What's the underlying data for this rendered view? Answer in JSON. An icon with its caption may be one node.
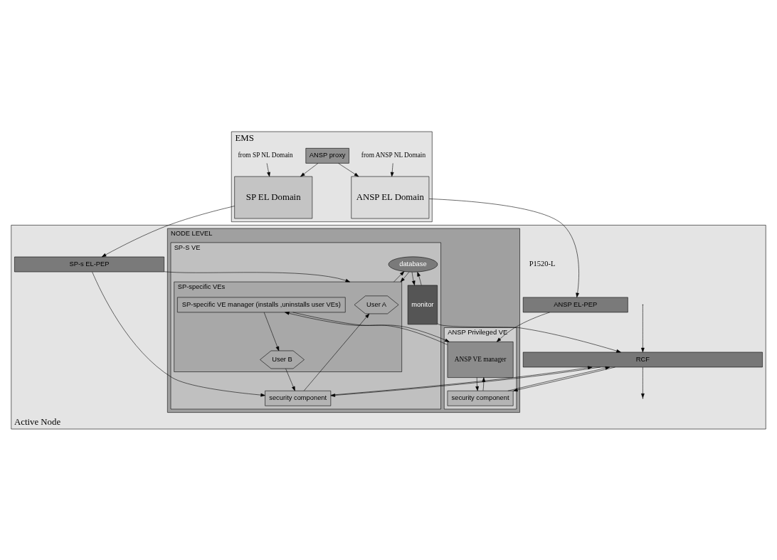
{
  "diagram": {
    "nodes": [
      {
        "text": [
          "EMS"
        ]
      },
      {
        "text": [
          "from SP NL Domain"
        ],
        "in": 0
      },
      {
        "text": [
          "ANSP proxy"
        ],
        "in": 0
      },
      {
        "text": [
          "from ANSP NL Domain"
        ],
        "in": 0
      },
      {
        "text": [
          "SP EL Domain"
        ],
        "in": 0
      },
      {
        "text": [
          "ANSP EL Domain"
        ],
        "in": 0
      },
      {
        "text": [
          "Active Node"
        ]
      },
      {
        "text": [
          "SP-s EL-PEP"
        ],
        "in": 6
      },
      {
        "text": [
          "ANSP EL-PEP"
        ],
        "in": 6
      },
      {
        "text": [
          "NODE LEVEL"
        ],
        "in": 6
      },
      {
        "text": [
          "SP-S VE"
        ],
        "in": 9
      },
      {
        "text": [
          "database"
        ],
        "in": 10
      },
      {
        "text": [
          "monitor"
        ],
        "in": 10
      },
      {
        "text": [
          "SP-specific VEs"
        ],
        "in": 10
      },
      {
        "text": [
          "User A"
        ],
        "in": 13
      },
      {
        "text": [
          "User B"
        ],
        "in": 13
      },
      {
        "text": [
          "SP-specific VE manager (installs ,uninstalls user VEs)"
        ],
        "in": 13
      },
      {
        "text": [
          "security component"
        ],
        "in": 10
      },
      {
        "text": [
          "ANSP Privileged VE"
        ],
        "in": 9
      },
      {
        "text": [
          "ANSP VE manager"
        ],
        "in": 18
      },
      {
        "text": [
          "security component"
        ],
        "in": 18
      },
      {
        "text": [
          "RCF"
        ],
        "in": 6
      }
    ],
    "edges": [
      {
        "from": 1,
        "to": 4,
        "arrow": "to"
      },
      {
        "from": 2,
        "to": 4,
        "arrow": "to"
      },
      {
        "from": 2,
        "to": 5,
        "arrow": "to"
      },
      {
        "from": 3,
        "to": 5,
        "arrow": "to"
      },
      {
        "from": 4,
        "to": 7,
        "arrow": "to"
      },
      {
        "from": 5,
        "to": 8,
        "arrow": "to"
      },
      {
        "from": 7,
        "to": 13,
        "arrow": "to"
      },
      {
        "from": 8,
        "to": 19,
        "arrow": "to"
      },
      {
        "from": 7,
        "to": 17,
        "arrow": "to"
      },
      {
        "from": 11,
        "to": 13,
        "arrow": "to"
      },
      {
        "from": 13,
        "to": 11,
        "arrow": "to"
      },
      {
        "from": 11,
        "to": 12,
        "arrow": "to"
      },
      {
        "from": 12,
        "to": 11,
        "arrow": "to"
      },
      {
        "from": 16,
        "to": 15,
        "arrow": "to"
      },
      {
        "from": 17,
        "to": 14,
        "arrow": "to"
      },
      {
        "from": 15,
        "to": 17,
        "arrow": "to"
      },
      {
        "from": 19,
        "to": 16,
        "arrow": "to"
      },
      {
        "from": 16,
        "to": 19,
        "arrow": "to"
      },
      {
        "from": 19,
        "to": 20,
        "arrow": "to"
      },
      {
        "from": 20,
        "to": 19,
        "arrow": "to"
      },
      {
        "from": 20,
        "to": 21,
        "arrow": "to"
      },
      {
        "from": 21,
        "to": 20,
        "arrow": "to"
      },
      {
        "from": 12,
        "to": 21,
        "arrow": "to"
      },
      {
        "from": 17,
        "to": 21,
        "arrow": "to"
      },
      {
        "from": 21,
        "to": 17,
        "arrow": "to"
      },
      {
        "from": null,
        "to": 21,
        "arrow": "to"
      },
      {
        "from": 21,
        "to": null,
        "arrow": "to"
      }
    ],
    "labels": [
      "P1520-L"
    ]
  }
}
